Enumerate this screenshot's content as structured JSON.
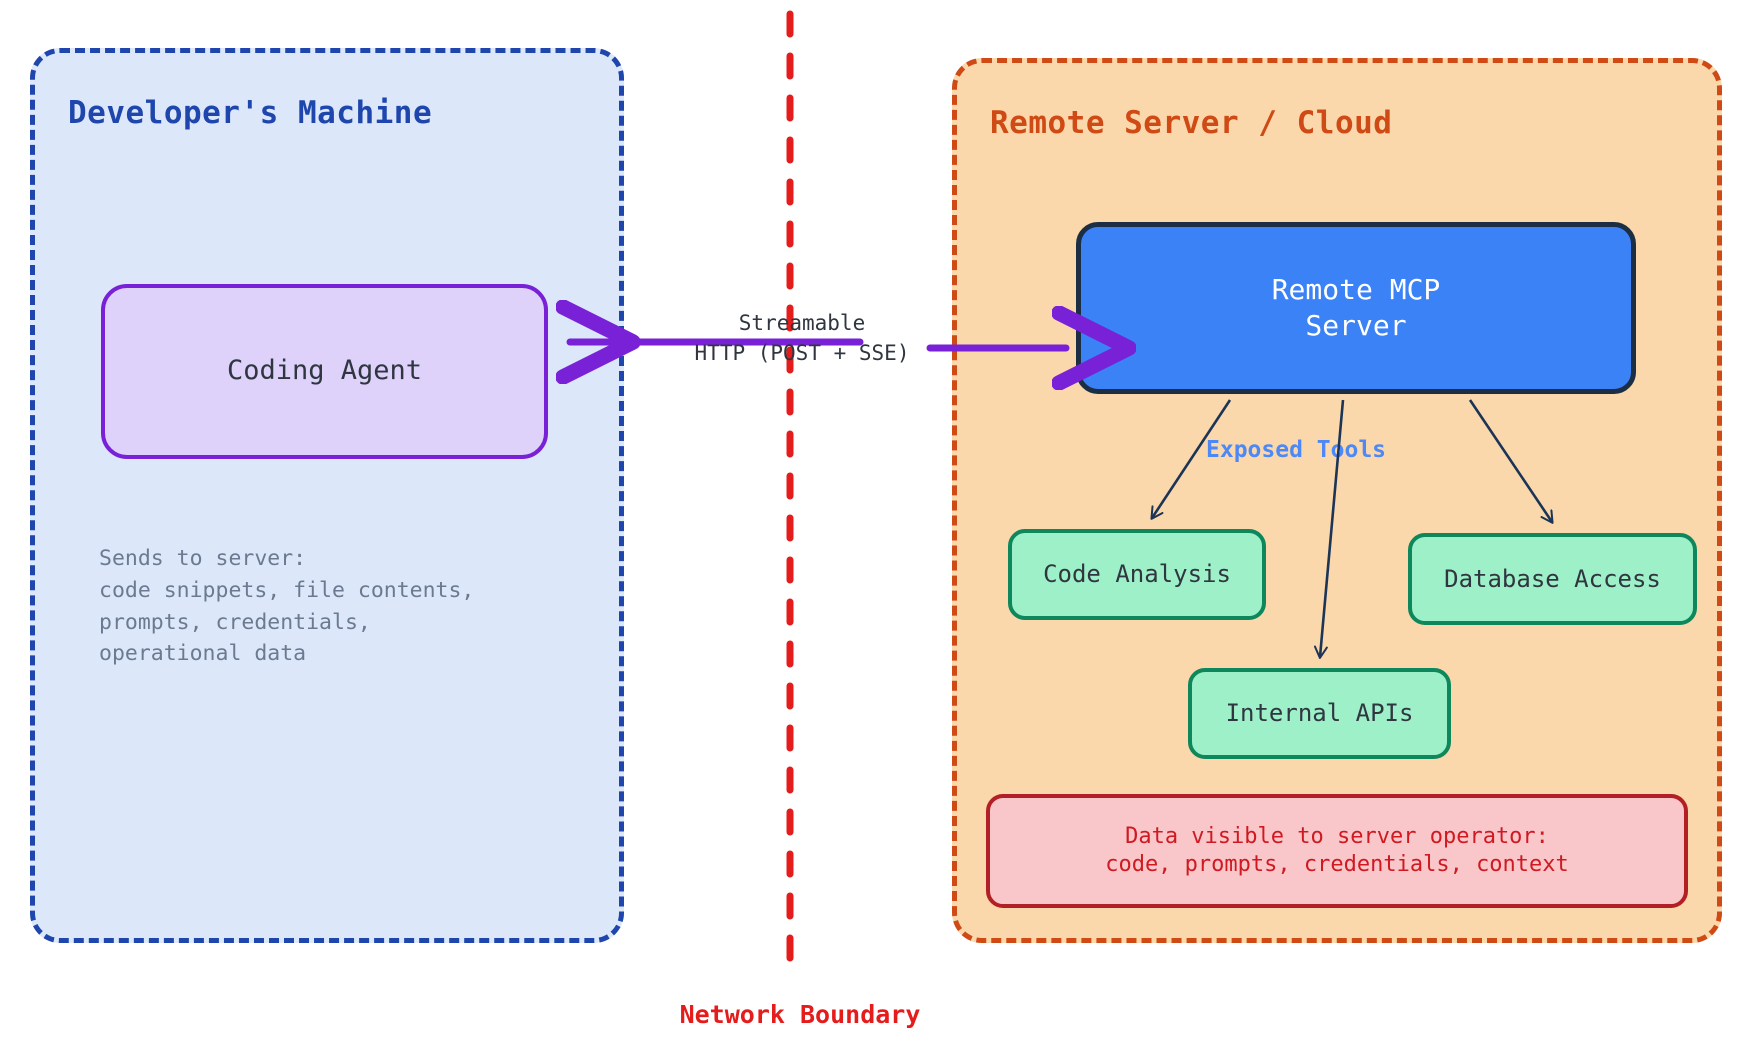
{
  "diagram": {
    "title": "Remote MCP Server network boundary diagram",
    "boundary_label": "Network Boundary",
    "colors": {
      "dev_zone_border": "#1f46ad",
      "dev_zone_fill": "#dce8fa",
      "remote_zone_border": "#cf4a14",
      "remote_zone_fill": "#fbd8ab",
      "agent_border": "#7821d6",
      "agent_fill": "#ded2fb",
      "server_fill": "#3b82f6",
      "server_border": "#1c2e44",
      "tool_fill": "#9ef0c8",
      "tool_border": "#0d875b",
      "warning_fill": "#f9c6c9",
      "warning_border": "#b21f24",
      "warning_text": "#cf1a22",
      "boundary_line": "#e51c1c",
      "transport_arrow": "#7821d6",
      "exposed_tools_label": "#4d88f7"
    }
  },
  "dev_zone": {
    "title": "Developer's Machine",
    "agent": {
      "label": "Coding Agent"
    },
    "sends_note": "Sends to server:\ncode snippets, file contents,\nprompts, credentials,\noperational data",
    "sends_note_lines": [
      "Sends to server:",
      "code snippets, file contents,",
      "prompts, credentials,",
      "operational data"
    ]
  },
  "transport": {
    "label": "Streamable\nHTTP (POST + SSE)",
    "label_lines": [
      "Streamable",
      "HTTP (POST + SSE)"
    ],
    "direction": "bidirectional"
  },
  "remote_zone": {
    "title": "Remote Server / Cloud",
    "server": {
      "label": "Remote MCP\nServer",
      "label_lines": [
        "Remote MCP",
        "Server"
      ]
    },
    "exposed_tools_label": "Exposed Tools",
    "tools": [
      {
        "id": "code-analysis",
        "label": "Code Analysis"
      },
      {
        "id": "internal-apis",
        "label": "Internal APIs"
      },
      {
        "id": "database-access",
        "label": "Database Access"
      }
    ],
    "warning": {
      "label": "Data visible to server operator:\ncode, prompts, credentials, context",
      "label_lines": [
        "Data visible to server operator:",
        "code, prompts, credentials, context"
      ]
    }
  }
}
